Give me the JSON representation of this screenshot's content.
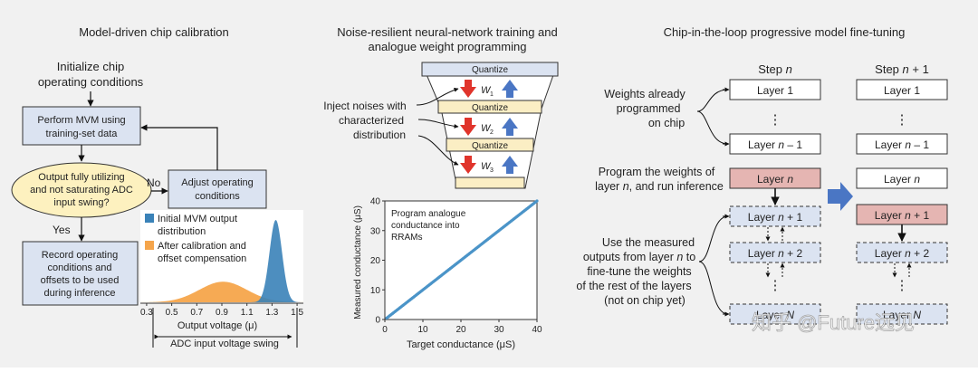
{
  "panel_a": {
    "title": "Model-driven chip calibration",
    "init_line1": "Initialize chip",
    "init_line2": "operating conditions",
    "mvm_line1": "Perform MVM using",
    "mvm_line2": "training-set data",
    "decision_line1": "Output fully utilizing",
    "decision_line2": "and not saturating ADC",
    "decision_line3": "input swing?",
    "no_label": "No",
    "yes_label": "Yes",
    "adjust_line1": "Adjust operating",
    "adjust_line2": "conditions",
    "record_line1": "Record operating",
    "record_line2": "conditions and",
    "record_line3": "offsets to be used",
    "record_line4": "during inference"
  },
  "panel_b": {
    "title_line1": "Noise-resilient neural-network training and",
    "title_line2": "analogue weight programming",
    "quantize_label": "Quantize",
    "inject_line1": "Inject noises with",
    "inject_line2": "characterized",
    "inject_line3": "distribution",
    "weights": [
      "W",
      "W",
      "W"
    ],
    "weight_subscripts": [
      "1",
      "2",
      "3"
    ]
  },
  "panel_c": {
    "title": "Chip-in-the-loop progressive model fine-tuning",
    "step_n_prefix": "Step ",
    "step_n_var": "n",
    "step_n1_prefix": "Step ",
    "step_n1_var": "n",
    "step_n1_suffix": " + 1",
    "layer1": "Layer 1",
    "layer_n_minus_1_a": "Layer ",
    "layer_n_minus_1_b": "n",
    "layer_n_minus_1_c": " – 1",
    "layer_n_a": "Layer ",
    "layer_n_b": "n",
    "layer_n_plus_1_a": "Layer ",
    "layer_n_plus_1_b": "n",
    "layer_n_plus_1_c": " + 1",
    "layer_n_plus_2_a": "Layer ",
    "layer_n_plus_2_b": "n",
    "layer_n_plus_2_c": " + 2",
    "layer_N_a": "Layer ",
    "layer_N_b": "N",
    "weights_line1": "Weights already",
    "weights_line2": "programmed",
    "weights_line3": "on chip",
    "program_line1": "Program the weights of",
    "program_line2a": "layer ",
    "program_line2b": "n",
    "program_line2c": ", and run inference",
    "use_line1": "Use the measured",
    "use_line2a": "outputs from layer ",
    "use_line2b": "n",
    "use_line2c": " to",
    "use_line3": "fine-tune the weights",
    "use_line4": "of the rest of the layers",
    "use_line5": "(not on chip yet)",
    "dots": "⋮"
  },
  "watermark": "知乎 @Future远见",
  "colors": {
    "box_blue": "#dbe3f1",
    "box_pink": "#e5b5b2",
    "box_yellow": "#fbeec4",
    "decision_yellow": "#fdf1bf",
    "hist_blue": "#3a82b8",
    "hist_orange": "#f5a54b",
    "arrow_red": "#e0342b",
    "arrow_blue": "#4a76c4",
    "scatter": "#4b94c8"
  },
  "chart_data": [
    {
      "type": "area",
      "xlabel": "Output voltage (μ)",
      "x_ticks": [
        0.3,
        0.5,
        0.7,
        0.9,
        1.1,
        1.3,
        1.5
      ],
      "xlim": [
        0.25,
        1.55
      ],
      "axis_caption": "ADC input voltage swing",
      "legend_placement": "top-left",
      "series": [
        {
          "name": "Initial MVM output distribution",
          "peak": 1.33,
          "spread": 0.05,
          "relative_height": 1.0
        },
        {
          "name": "After calibration and offset compensation",
          "peak": 0.91,
          "spread": 0.19,
          "relative_height": 0.25
        }
      ],
      "series_lines": [
        [
          "Initial MVM output",
          "distribution"
        ],
        [
          "After calibration and",
          "offset compensation"
        ]
      ]
    },
    {
      "type": "scatter",
      "xlabel": "Target conductance (μS)",
      "ylabel": "Measured conductance (μS)",
      "x_ticks": [
        0,
        10,
        20,
        30,
        40
      ],
      "y_ticks": [
        0,
        10,
        20,
        30,
        40
      ],
      "xlim": [
        0,
        40
      ],
      "ylim": [
        0,
        40
      ],
      "annotation": [
        "Program analogue",
        "conductance into",
        "RRAMs"
      ],
      "x_start": 0.5,
      "x_end": 40,
      "x_step": 0.25,
      "slope": 1.0
    }
  ]
}
